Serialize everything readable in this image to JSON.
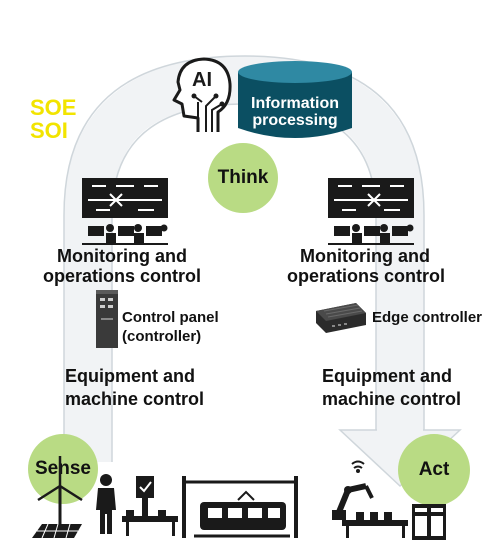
{
  "soe": {
    "line1": "SOE",
    "line2": "SOI"
  },
  "ai_label": "AI",
  "database": {
    "line1": "Information",
    "line2": "processing"
  },
  "think_label": "Think",
  "sense_label": "Sense",
  "act_label": "Act",
  "left": {
    "monitoring_line1": "Monitoring and",
    "monitoring_line2": "operations control",
    "panel_line1": "Control panel",
    "panel_line2": "(controller)",
    "equipment_line1": "Equipment and",
    "equipment_line2": "machine control"
  },
  "right": {
    "monitoring_line1": "Monitoring and",
    "monitoring_line2": "operations control",
    "edge_label": "Edge controller",
    "equipment_line1": "Equipment and",
    "equipment_line2": "machine control"
  },
  "colors": {
    "arc": "#dde3e7",
    "circle": "#b9db84",
    "database": "#0b4f62",
    "database_top": "#2f89a3",
    "soe_text": "#f2e400",
    "icon": "#1a1a1a"
  }
}
